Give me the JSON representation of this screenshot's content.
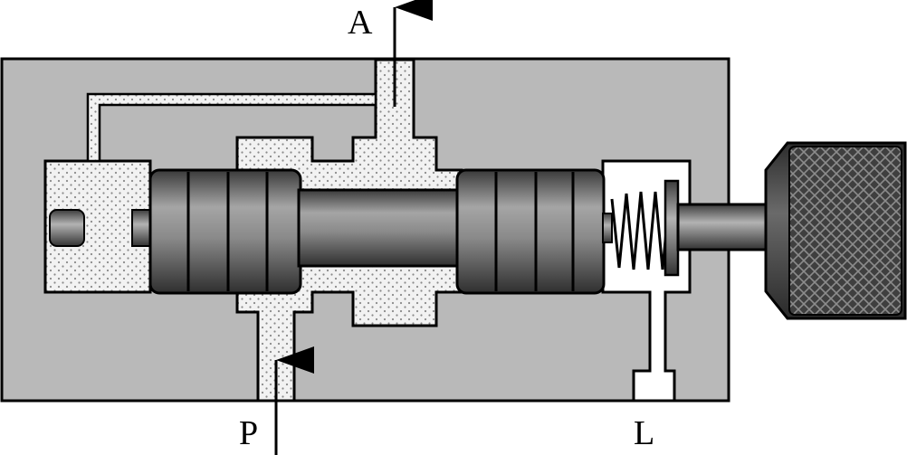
{
  "ports": {
    "a_label": "A",
    "p_label": "P",
    "l_label": "L"
  },
  "colors": {
    "body": "#b9b9b9",
    "fluid": "#f2f2f2",
    "fluid_dots": "#8a8a8a",
    "spool": "#7d7d7d",
    "knob": "#4a4a4a",
    "outline": "#000000"
  },
  "icons": {
    "spring": "spring-icon",
    "knob": "knurled-knob-icon",
    "arrow": "flow-arrow-icon"
  }
}
